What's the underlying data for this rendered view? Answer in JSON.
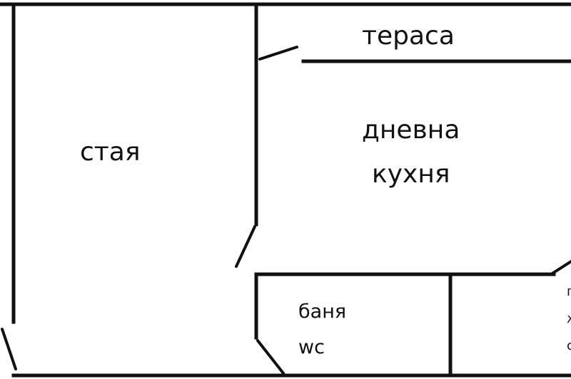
{
  "rooms": {
    "bedroom": "стая",
    "terrace": "тераса",
    "living_line1": "дневна",
    "living_line2": "кухня",
    "bath_line1": "баня",
    "bath_line2": "wc"
  },
  "cropped_edge_glyphs": [
    "п",
    "ж",
    "с"
  ],
  "colors": {
    "line": "#111111",
    "background": "#ffffff"
  }
}
